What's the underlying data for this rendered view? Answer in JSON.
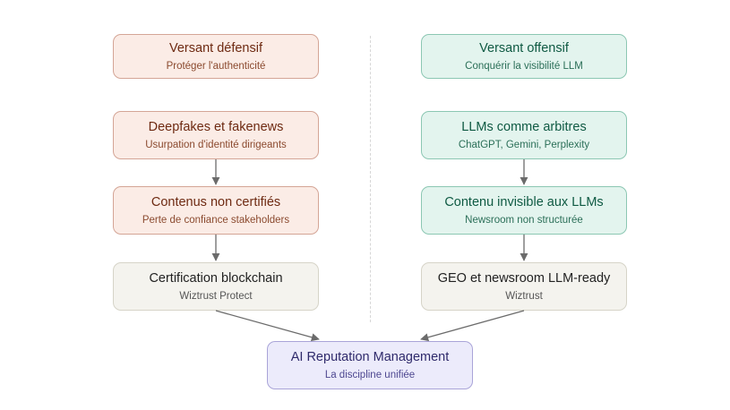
{
  "diagram": {
    "left": {
      "header": {
        "title": "Versant défensif",
        "subtitle": "Protéger l'authenticité"
      },
      "step1": {
        "title": "Deepfakes et fakenews",
        "subtitle": "Usurpation d'identité dirigeants"
      },
      "step2": {
        "title": "Contenus non certifiés",
        "subtitle": "Perte de confiance stakeholders"
      },
      "step3": {
        "title": "Certification blockchain",
        "subtitle": "Wiztrust Protect"
      }
    },
    "right": {
      "header": {
        "title": "Versant offensif",
        "subtitle": "Conquérir la visibilité LLM"
      },
      "step1": {
        "title": "LLMs comme arbitres",
        "subtitle": "ChatGPT, Gemini, Perplexity"
      },
      "step2": {
        "title": "Contenu invisible aux LLMs",
        "subtitle": "Newsroom non structurée"
      },
      "step3": {
        "title": "GEO et newsroom LLM-ready",
        "subtitle": "Wiztrust"
      }
    },
    "outcome": {
      "title": "AI Reputation Management",
      "subtitle": "La discipline unifiée"
    }
  },
  "colors": {
    "defensive_fill": "#fbece6",
    "offensive_fill": "#e3f4ee",
    "neutral_fill": "#f4f3ee",
    "outcome_fill": "#ecebfb",
    "arrow": "#6b6b6b"
  }
}
